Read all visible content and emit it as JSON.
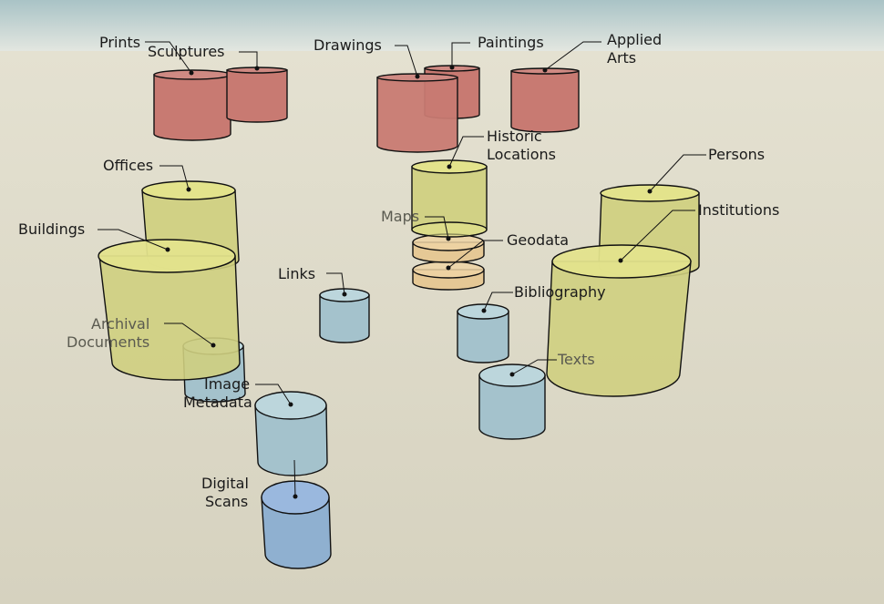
{
  "colors": {
    "sky_top": "#a9c3c6",
    "sky_bottom": "#e7e9e2",
    "ground_top": "#e4e1d1",
    "ground_bottom": "#d6d2bf",
    "red_body": "#c87a72",
    "red_top": "#cf8a83",
    "yellow_body": "#cfcf7f",
    "yellow_top": "#e3e38c",
    "orange_body": "#e6c48c",
    "orange_top": "#eed3a4",
    "blue_body": "#a4c2cc",
    "blue_top": "#bcd6dc",
    "blue_dark_body": "#8fb0d0",
    "blue_dark_top": "#9ab8de"
  },
  "labels": {
    "prints": "Prints",
    "sculptures": "Sculptures",
    "drawings": "Drawings",
    "paintings": "Paintings",
    "applied_arts_1": "Applied",
    "applied_arts_2": "Arts",
    "historic_locations_1": "Historic",
    "historic_locations_2": "Locations",
    "offices": "Offices",
    "persons": "Persons",
    "buildings": "Buildings",
    "institutions": "Institutions",
    "maps": "Maps",
    "geodata": "Geodata",
    "links": "Links",
    "bibliography": "Bibliography",
    "archival_documents_1": "Archival",
    "archival_documents_2": "Documents",
    "texts": "Texts",
    "image_metadata_1": "Image",
    "image_metadata_2": "Metadata",
    "digital_scans_1": "Digital",
    "digital_scans_2": "Scans"
  }
}
